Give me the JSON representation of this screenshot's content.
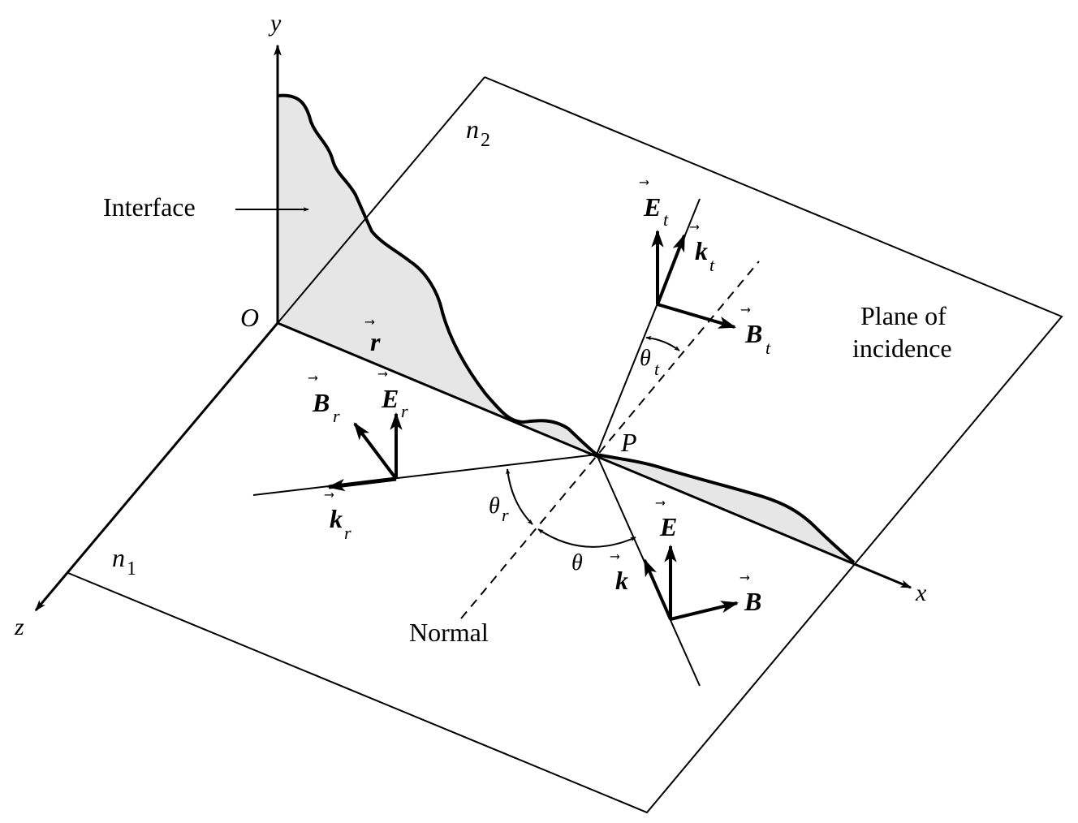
{
  "labels": {
    "y_axis": "y",
    "x_axis": "x",
    "z_axis": "z",
    "origin": "O",
    "point": "P",
    "interface": "Interface",
    "plane_line1": "Plane of",
    "plane_line2": "incidence",
    "normal": "Normal",
    "n1": "n",
    "n1_sub": "1",
    "n2": "n",
    "n2_sub": "2",
    "r_vec": "r",
    "theta": "θ",
    "theta_r": "θ",
    "theta_r_sub": "r",
    "theta_t": "θ",
    "theta_t_sub": "t",
    "k": "k",
    "E": "E",
    "B": "B",
    "k_r": "k",
    "k_r_sub": "r",
    "E_r": "E",
    "E_r_sub": "r",
    "B_r": "B",
    "B_r_sub": "r",
    "k_t": "k",
    "k_t_sub": "t",
    "E_t": "E",
    "E_t_sub": "t",
    "B_t": "B",
    "B_t_sub": "t",
    "vec_arrow": "⃗"
  },
  "colors": {
    "ink": "#000000",
    "interface_fill": "#e6e6e6",
    "background": "#ffffff"
  }
}
